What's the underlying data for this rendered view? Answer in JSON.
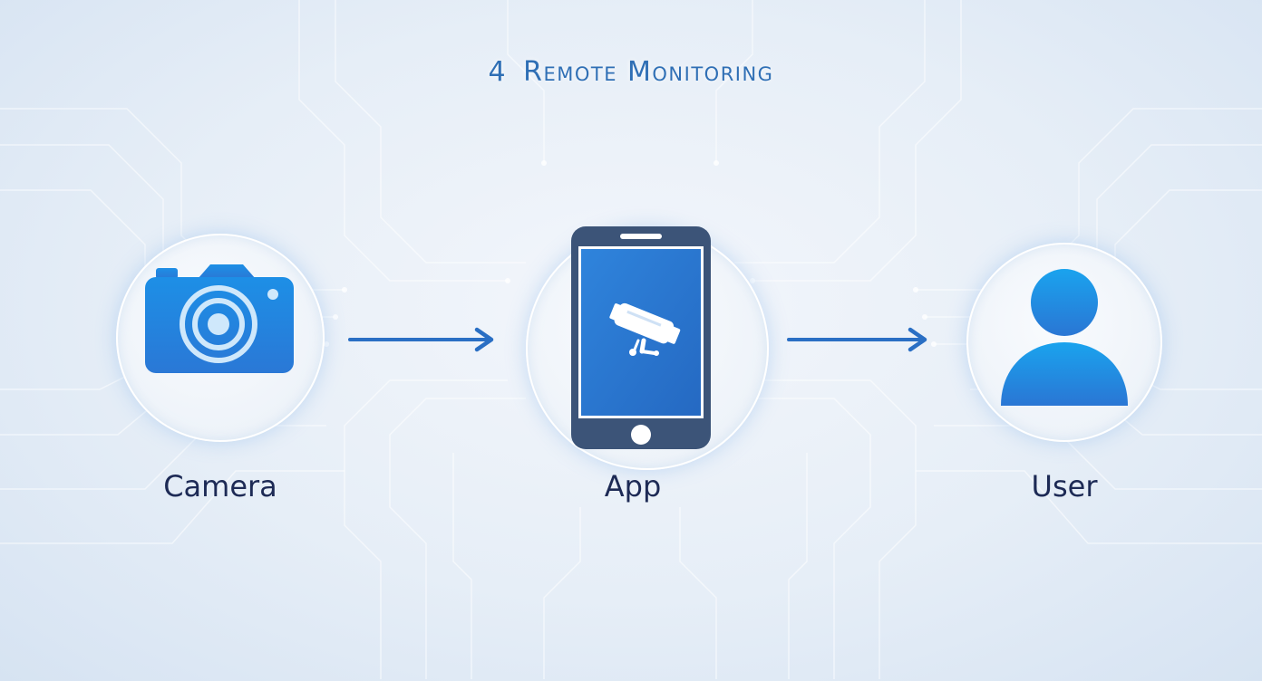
{
  "title": {
    "number": "4",
    "text": "Remote Monitoring"
  },
  "nodes": [
    {
      "label": "Camera",
      "icon": "camera-icon"
    },
    {
      "label": "App",
      "icon": "smartphone-icon"
    },
    {
      "label": "User",
      "icon": "user-icon"
    }
  ],
  "colors": {
    "title": "#2f6fb5",
    "label": "#1d2a55",
    "accent": "#2a7fd8",
    "accent_light": "#1aa0ec",
    "phone_frame": "#3c5478",
    "phone_screen": "#2b7ad6",
    "arrow": "#2a6fc4"
  }
}
